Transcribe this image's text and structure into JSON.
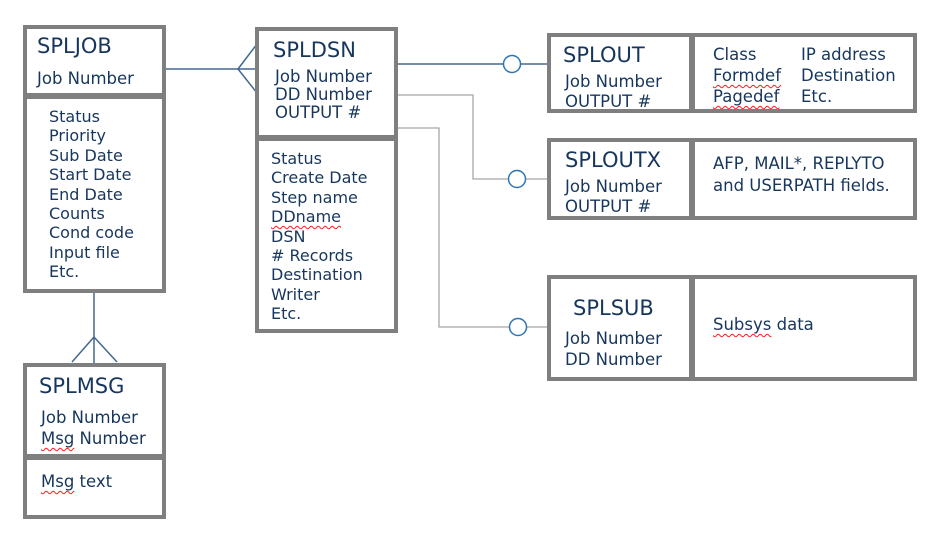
{
  "diagram": {
    "entities": {
      "spljob": {
        "title": "SPLJOB",
        "keys": [
          "Job Number"
        ],
        "fields": [
          "Status",
          "Priority",
          "Sub Date",
          "Start Date",
          "End Date",
          "Counts",
          "Cond code",
          "Input file",
          "Etc."
        ]
      },
      "spldsn": {
        "title": "SPLDSN",
        "keys": [
          "Job Number",
          "DD Number",
          "OUTPUT #"
        ],
        "fields": [
          "Status",
          "Create Date",
          "Step name",
          "DDname",
          "DSN",
          "# Records",
          "Destination",
          "Writer",
          "Etc."
        ]
      },
      "splout": {
        "title": "SPLOUT",
        "keys": [
          "Job Number",
          "OUTPUT #"
        ],
        "attr_col1": [
          "Class",
          "Formdef",
          "Pagedef"
        ],
        "attr_col2": [
          "IP address",
          "Destination",
          "Etc."
        ]
      },
      "sploutx": {
        "title": "SPLOUTX",
        "keys": [
          "Job Number",
          "OUTPUT #"
        ],
        "attr_lines": [
          "AFP, MAIL*, REPLYTO",
          "and USERPATH fields."
        ]
      },
      "splsub": {
        "title": "SPLSUB",
        "keys": [
          "Job Number",
          "DD Number"
        ],
        "attr": {
          "word": "Subsys",
          "rest": " data"
        }
      },
      "splmsg": {
        "title": "SPLMSG",
        "keys": [
          "Job Number"
        ],
        "key2": {
          "word": "Msg",
          "rest": " Number"
        },
        "body": {
          "word": "Msg",
          "rest": " text"
        }
      }
    },
    "colors": {
      "box_border": "#7f7f7f",
      "text": "#17365d",
      "line_blue": "#44688c",
      "line_gray": "#a6a6a6",
      "circle_blue": "#2e75b6",
      "squiggle_red": "#ff1a1a",
      "background": "#ffffff"
    }
  }
}
